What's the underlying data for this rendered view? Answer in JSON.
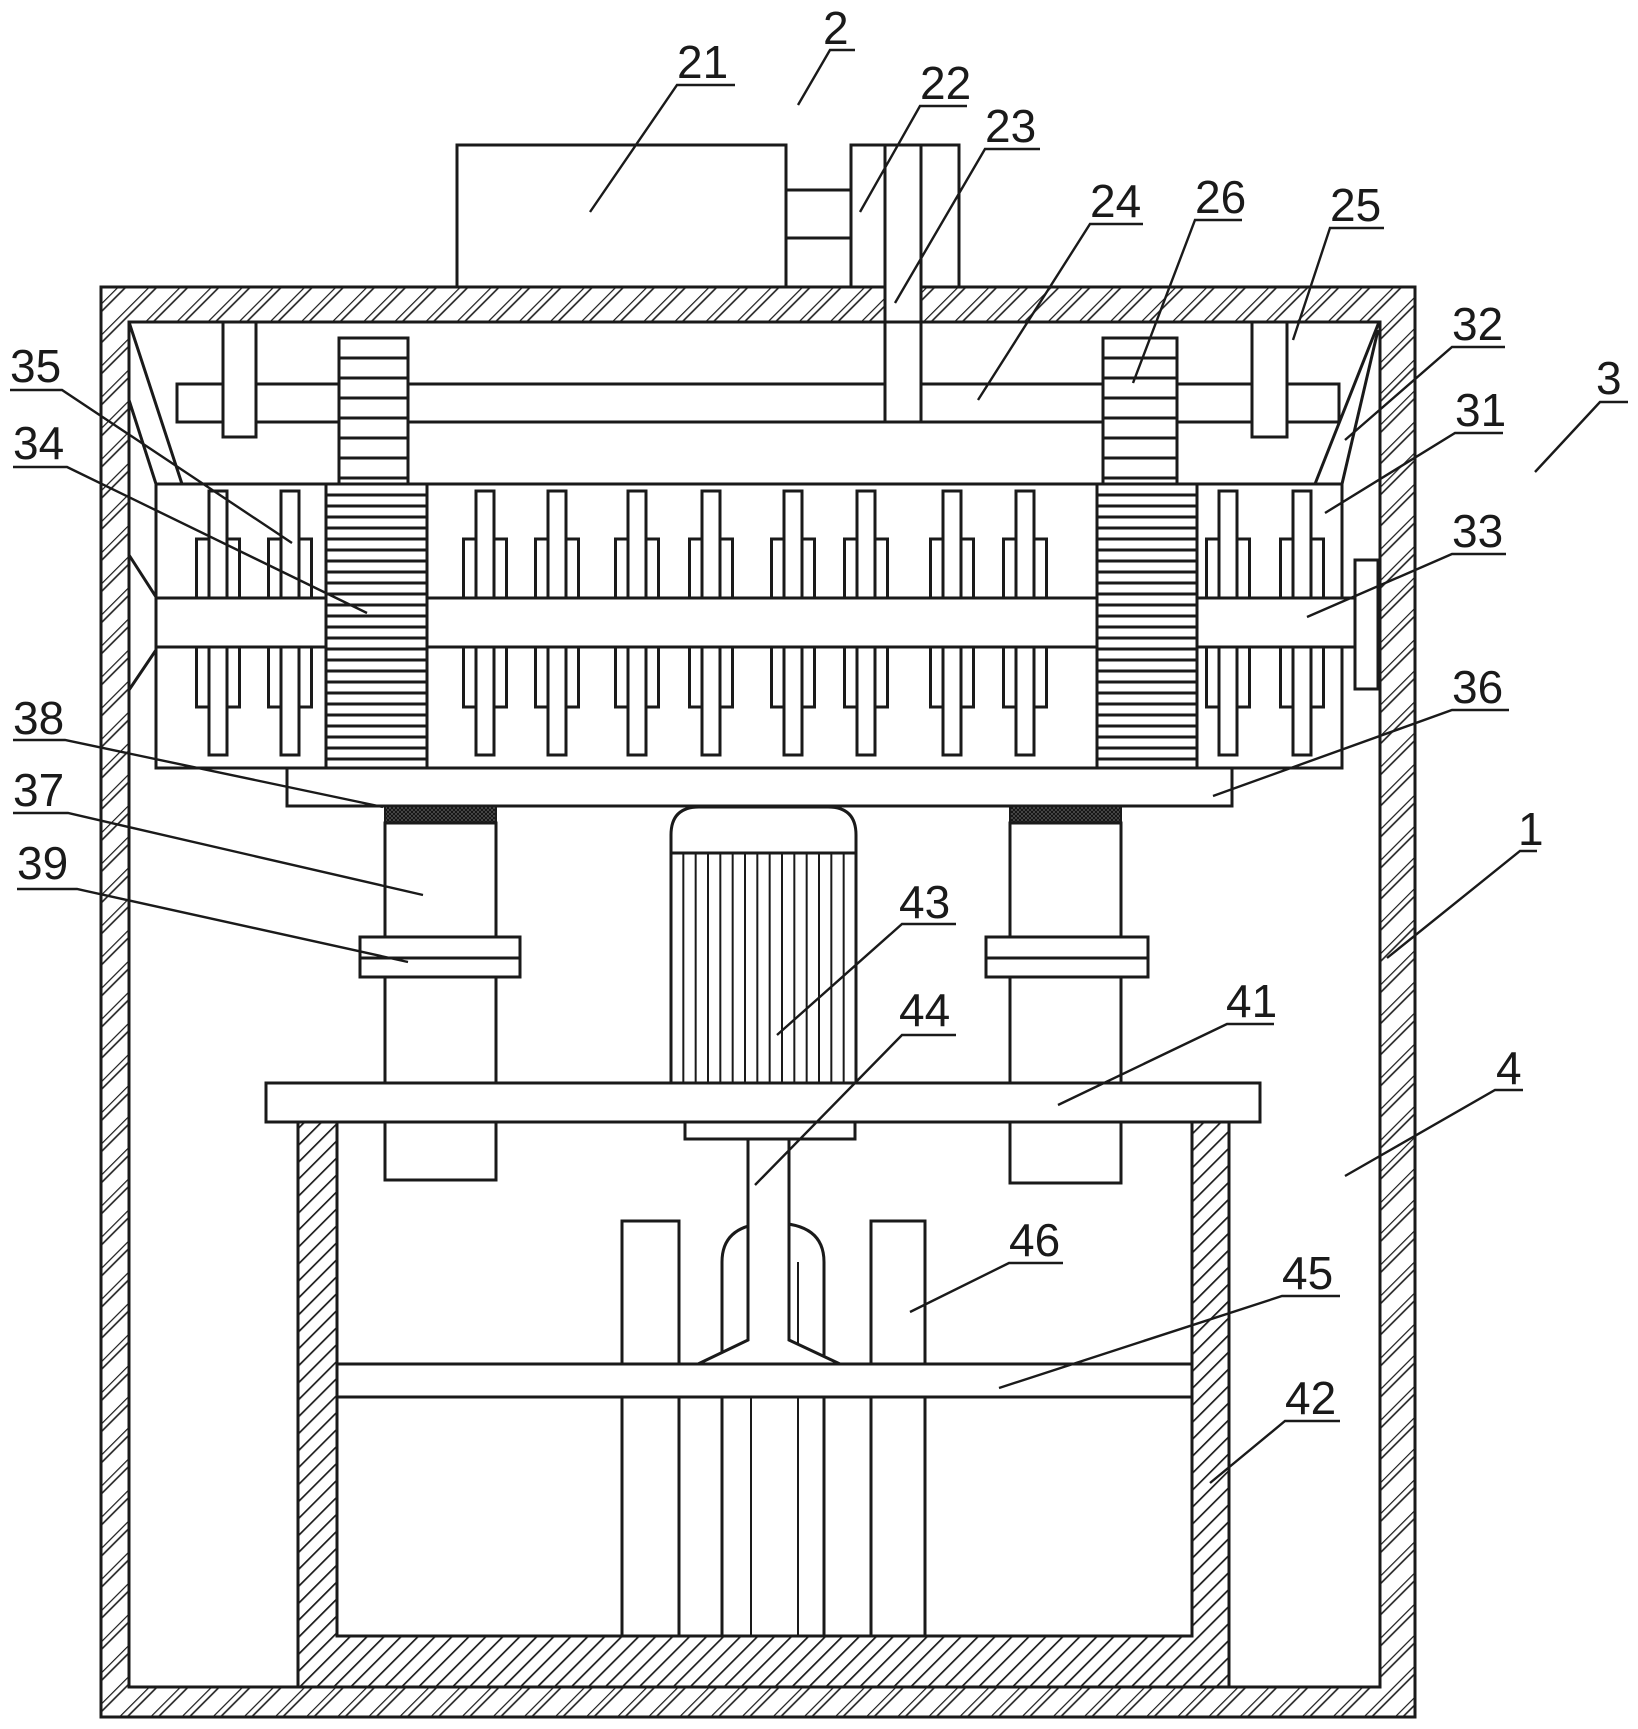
{
  "figure": {
    "type": "mechanical-cross-section",
    "colors": {
      "line": "#1a1a1a",
      "background": "#ffffff"
    },
    "labels": [
      {
        "id": "1",
        "text": "1"
      },
      {
        "id": "2",
        "text": "2"
      },
      {
        "id": "21",
        "text": "21"
      },
      {
        "id": "22",
        "text": "22"
      },
      {
        "id": "23",
        "text": "23"
      },
      {
        "id": "24",
        "text": "24"
      },
      {
        "id": "25",
        "text": "25"
      },
      {
        "id": "26",
        "text": "26"
      },
      {
        "id": "3",
        "text": "3"
      },
      {
        "id": "31",
        "text": "31"
      },
      {
        "id": "32",
        "text": "32"
      },
      {
        "id": "33",
        "text": "33"
      },
      {
        "id": "34",
        "text": "34"
      },
      {
        "id": "35",
        "text": "35"
      },
      {
        "id": "36",
        "text": "36"
      },
      {
        "id": "37",
        "text": "37"
      },
      {
        "id": "38",
        "text": "38"
      },
      {
        "id": "39",
        "text": "39"
      },
      {
        "id": "4",
        "text": "4"
      },
      {
        "id": "41",
        "text": "41"
      },
      {
        "id": "42",
        "text": "42"
      },
      {
        "id": "43",
        "text": "43"
      },
      {
        "id": "44",
        "text": "44"
      },
      {
        "id": "45",
        "text": "45"
      },
      {
        "id": "46",
        "text": "46"
      }
    ]
  }
}
